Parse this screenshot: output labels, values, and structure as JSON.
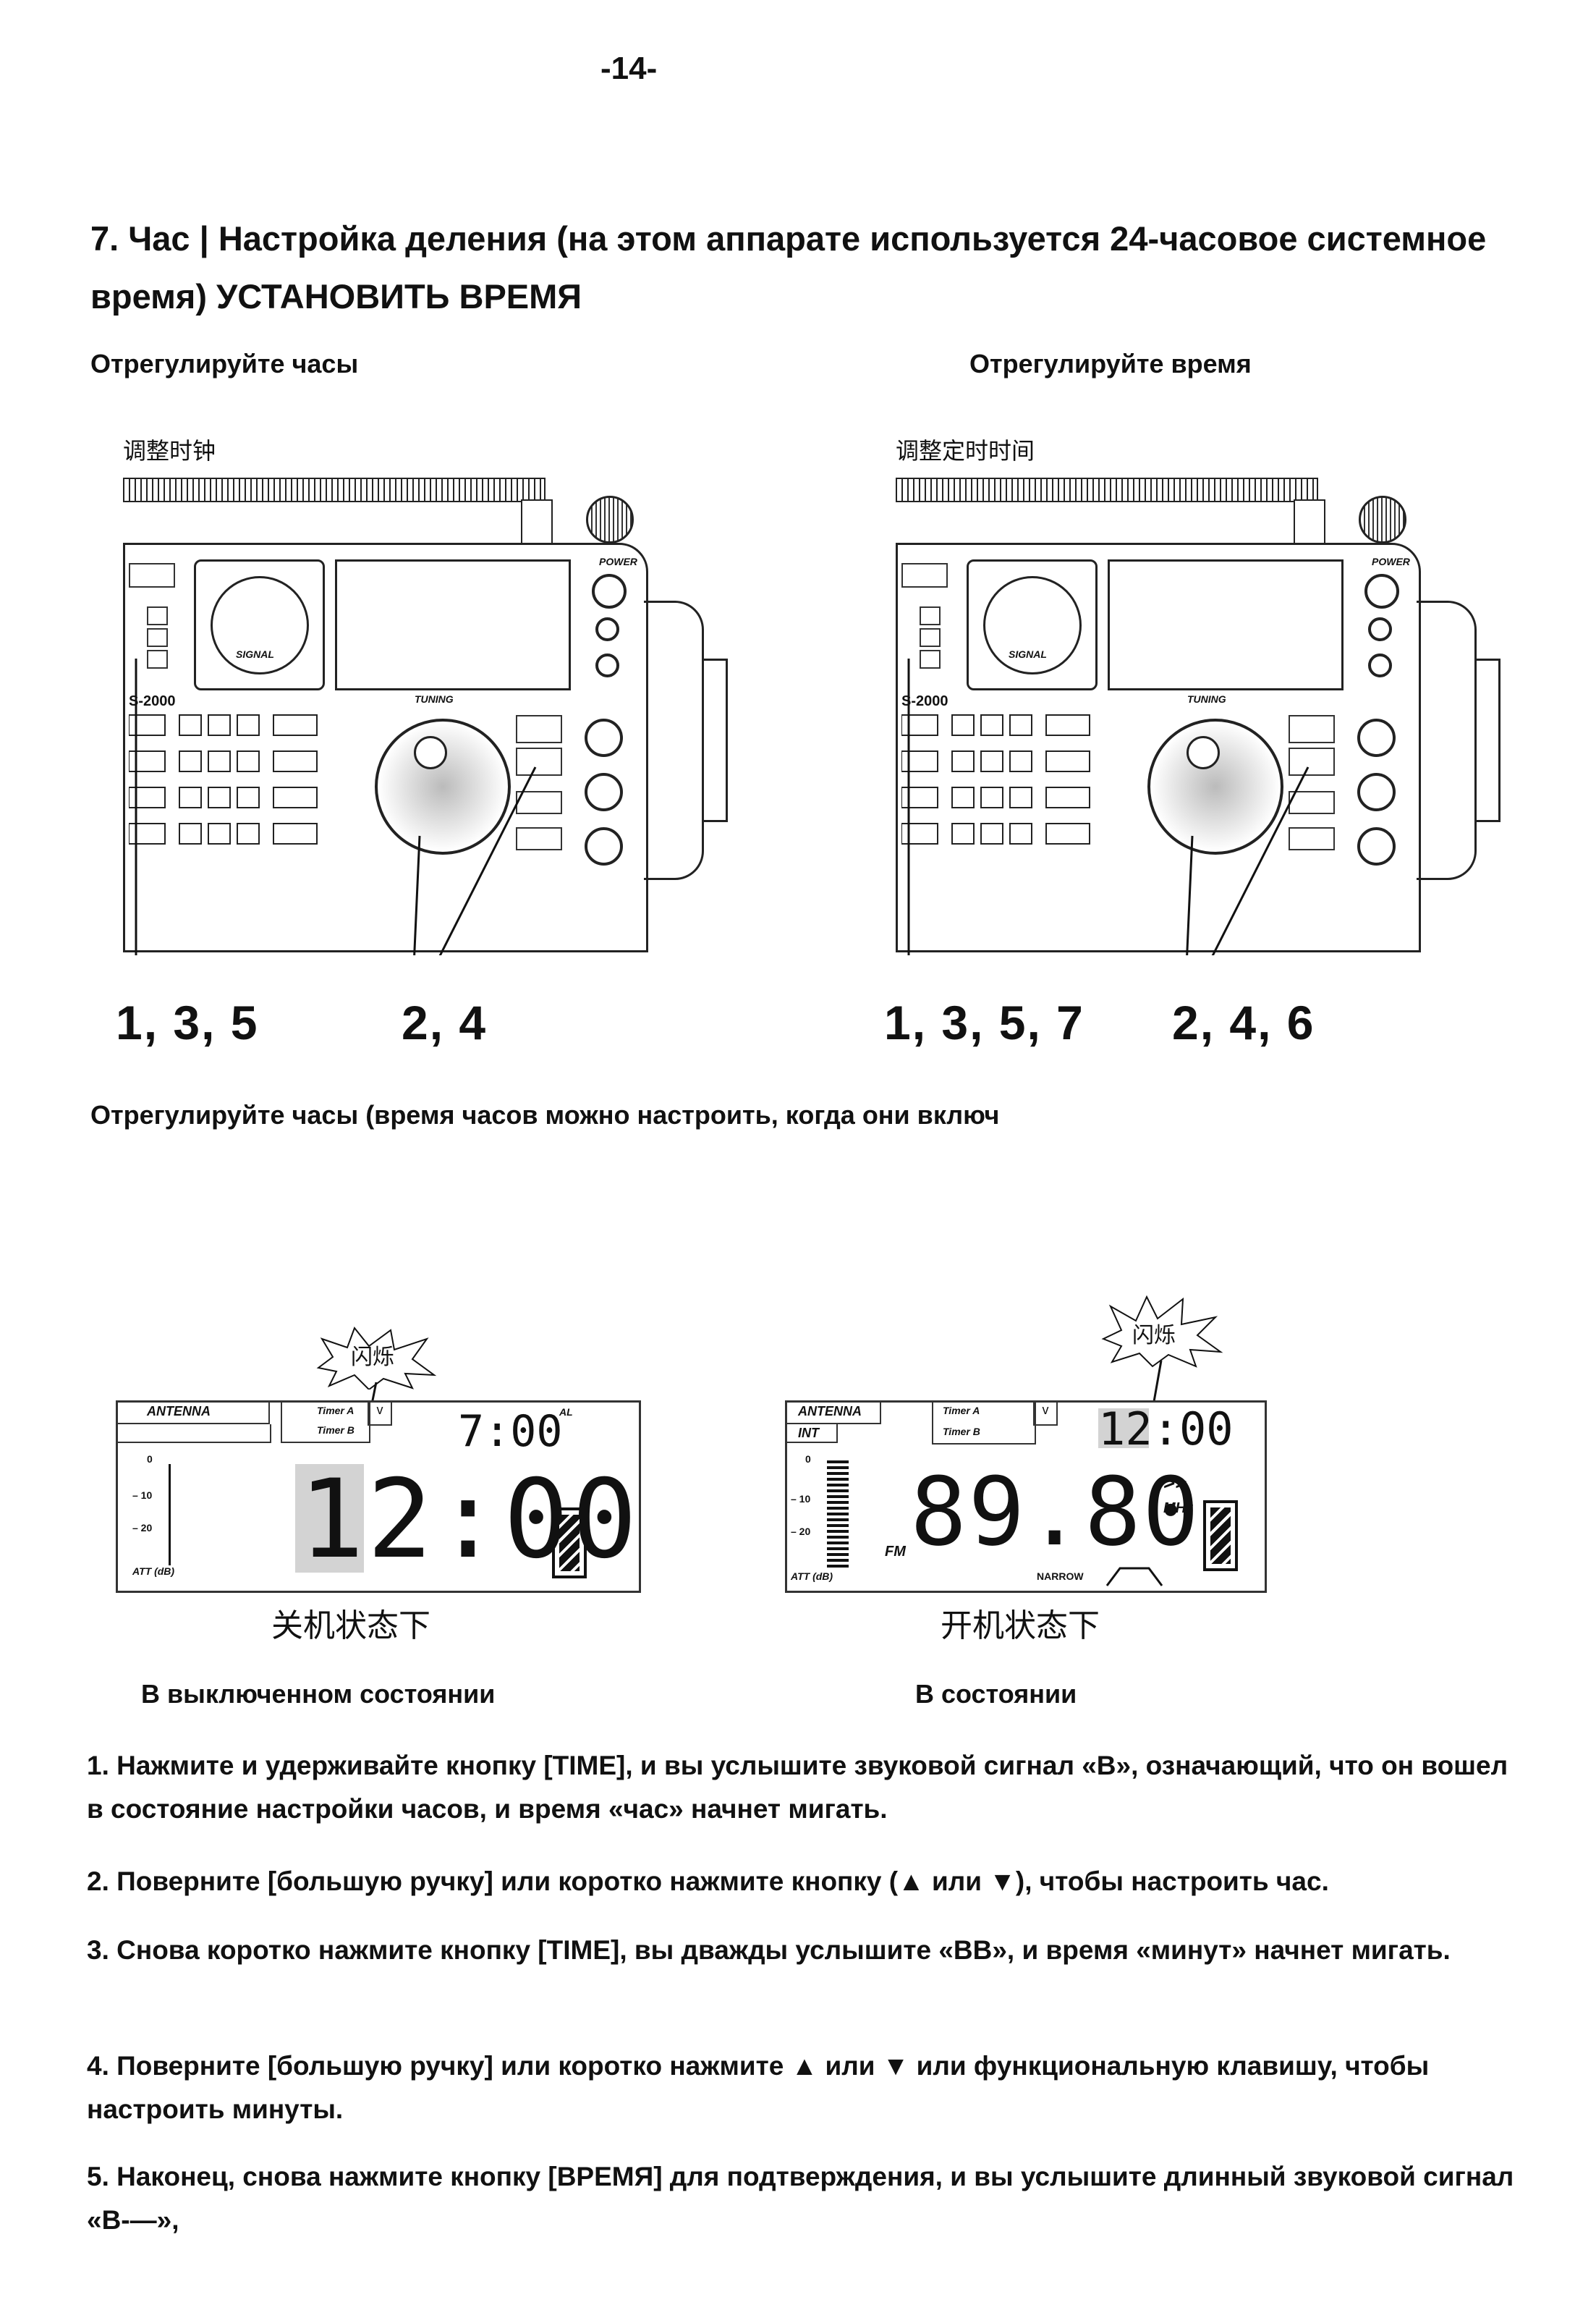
{
  "page_number": "-14-",
  "title": "7. Час  |  Настройка деления (на этом аппарате используется 24-часовое системное время)    УСТАНОВИТЬ ВРЕМЯ",
  "left_panel": {
    "caption": "Отрегулируйте часы",
    "cn_caption": "调整时钟",
    "callout_left": "1, 3, 5",
    "callout_right": "2, 4",
    "model": "S-2000",
    "tuning": "TUNING",
    "signal": "SIGNAL",
    "power": "POWER"
  },
  "right_panel": {
    "caption": "Отрегулируйте время",
    "cn_caption": "调整定时时间",
    "callout_left": "1, 3, 5, 7",
    "callout_right": "2, 4, 6",
    "model": "S-2000",
    "tuning": "TUNING",
    "signal": "SIGNAL",
    "power": "POWER"
  },
  "subheading": "Отрегулируйте часы (время часов можно настроить, когда они включ",
  "lcd_off": {
    "flash_label": "闪烁",
    "antenna": "ANTENNA",
    "timer_a": "Timer A",
    "timer_b": "Timer B",
    "small_time": "7:00",
    "al": "AL",
    "scale_0": "0",
    "scale_10": "– 10",
    "scale_20": "– 20",
    "att": "ATT (dB)",
    "big_display": "12:00",
    "cn_caption": "关机状态下",
    "ru_caption": "В выключенном состоянии"
  },
  "lcd_on": {
    "flash_label": "闪烁",
    "antenna": "ANTENNA",
    "int": "INT",
    "timer_a": "Timer A",
    "timer_b": "Timer B",
    "small_time": "12:00",
    "scale_0": "0",
    "scale_10": "– 10",
    "scale_20": "– 20",
    "att": "ATT (dB)",
    "fm": "FM",
    "big_display": "89.80",
    "unit": "MHz",
    "arrows": ">>",
    "narrow": "NARROW",
    "cn_caption": "开机状态下",
    "ru_caption": "В состоянии"
  },
  "steps": [
    "1. Нажмите и удерживайте кнопку [TIME], и вы услышите звуковой сигнал «B», означающий, что он вошел в состояние настройки часов, и время «час» начнет мигать.",
    "2. Поверните [большую ручку] или коротко нажмите кнопку (▲ или ▼), чтобы настроить час.",
    "3. Снова коротко нажмите кнопку [TIME], вы дважды услышите «BB», и время «минут» начнет мигать.",
    "4. Поверните [большую ручку] или коротко нажмите ▲ или ▼ или функциональную клавишу, чтобы настроить минуты.",
    "5. Наконец, снова нажмите кнопку [ВРЕМЯ] для подтверждения, и вы услышите длинный звуковой сигнал «B-—»,"
  ]
}
